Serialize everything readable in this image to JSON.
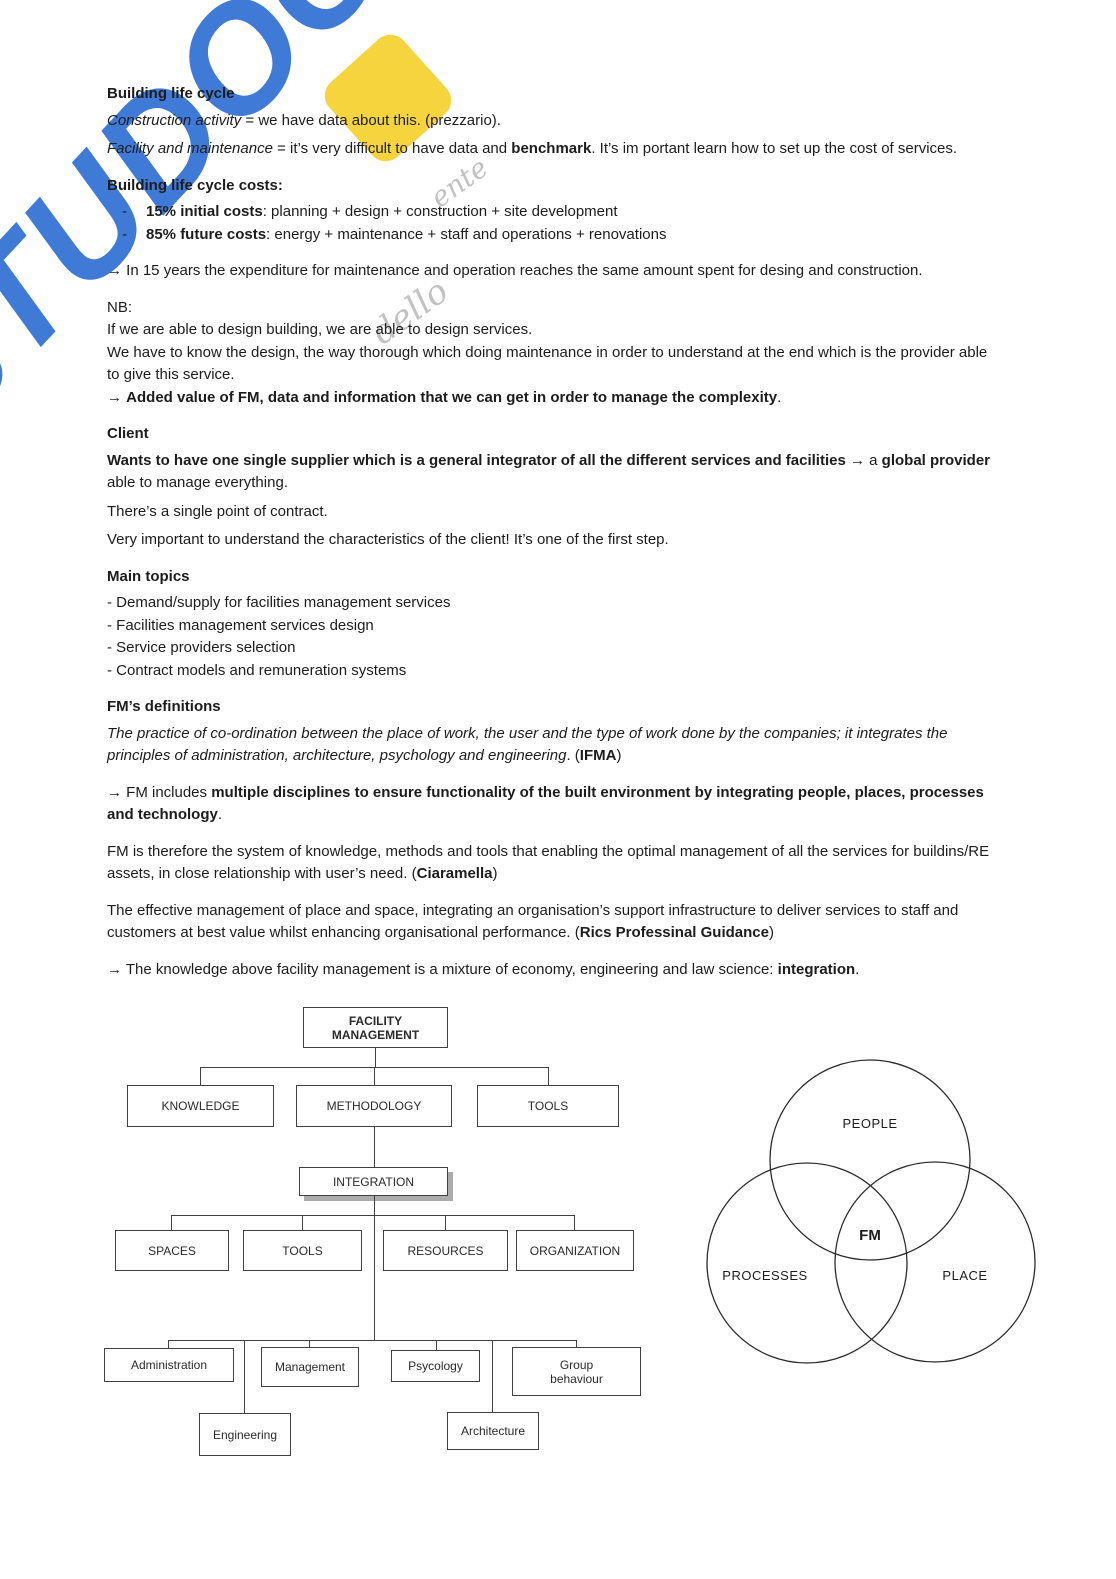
{
  "bullet_marker": "-",
  "watermark": {
    "brand_text": "STUDOCU",
    "fragment_1": "dello",
    "fragment_2": "ente",
    "blue": "#2f6fd4",
    "yellow": "#f6d43e"
  },
  "doc": [
    {
      "type": "heading",
      "runs": [
        {
          "t": "Building life cycle",
          "b": 1
        }
      ]
    },
    {
      "type": "para",
      "runs": [
        {
          "t": "Construction activity",
          "i": 1
        },
        {
          "t": " = we have data about this. (prezzario)."
        }
      ]
    },
    {
      "type": "para",
      "runs": [
        {
          "t": "Facility and maintenance",
          "i": 1
        },
        {
          "t": " = it’s very difficult to have data and "
        },
        {
          "t": "benchmark",
          "b": 1
        },
        {
          "t": ". It’s im portant learn how to set up the cost of services."
        }
      ]
    },
    {
      "type": "heading",
      "runs": [
        {
          "t": "Building life cycle costs",
          "b": 1
        },
        {
          "t": ":"
        }
      ]
    },
    {
      "type": "bullet",
      "runs": [
        {
          "t": "15% initial costs",
          "b": 1
        },
        {
          "t": ": planning + design + construction + site development"
        }
      ]
    },
    {
      "type": "bullet",
      "runs": [
        {
          "t": "85% future costs",
          "b": 1
        },
        {
          "t": ": energy + maintenance + staff and operations + renovations"
        }
      ]
    },
    {
      "type": "para",
      "sp": 1,
      "runs": [
        {
          "t": "→ In 15 years the expenditure for maintenance and operation reaches the same amount spent for desing and construction."
        }
      ]
    },
    {
      "type": "line",
      "sp": 1,
      "runs": [
        {
          "t": "NB:"
        }
      ]
    },
    {
      "type": "line",
      "runs": [
        {
          "t": "If we are able to design building, we are able to design services."
        }
      ]
    },
    {
      "type": "line",
      "runs": [
        {
          "t": "We have to know the design, the way thorough which doing maintenance in order to understand at the end which is the provider able to give this service."
        }
      ]
    },
    {
      "type": "line",
      "runs": [
        {
          "t": "→ "
        },
        {
          "t": "Added value of FM, data and information that we can get in order to manage the complexity",
          "b": 1
        },
        {
          "t": "."
        }
      ]
    },
    {
      "type": "heading",
      "runs": [
        {
          "t": "Client",
          "b": 1
        }
      ]
    },
    {
      "type": "para",
      "runs": [
        {
          "t": "Wants to have one single supplier which is a general integrator of all the different services and facilities",
          "b": 1
        },
        {
          "t": " → a "
        },
        {
          "t": "global provider",
          "b": 1
        },
        {
          "t": " able to manage everything."
        }
      ]
    },
    {
      "type": "para",
      "runs": [
        {
          "t": "There’s a single point of contract."
        }
      ]
    },
    {
      "type": "para",
      "runs": [
        {
          "t": "Very important to understand the characteristics of the client! It’s one of the first step."
        }
      ]
    },
    {
      "type": "heading",
      "runs": [
        {
          "t": "Main topics",
          "b": 1
        }
      ]
    },
    {
      "type": "line",
      "runs": [
        {
          "t": "- Demand/supply for facilities management services"
        }
      ]
    },
    {
      "type": "line",
      "runs": [
        {
          "t": "- Facilities management services design"
        }
      ]
    },
    {
      "type": "line",
      "runs": [
        {
          "t": "- Service providers selection"
        }
      ]
    },
    {
      "type": "line",
      "runs": [
        {
          "t": "- Contract models and remuneration systems"
        }
      ]
    },
    {
      "type": "heading",
      "runs": [
        {
          "t": "FM’s definitions",
          "b": 1
        }
      ]
    },
    {
      "type": "para",
      "runs": [
        {
          "t": "The practice of co-ordination between the place of work, the user and the type of work done by the companies; it integrates the principles of administration, architecture, psychology and engineering",
          "i": 1
        },
        {
          "t": ". ("
        },
        {
          "t": "IFMA",
          "b": 1
        },
        {
          "t": ")"
        }
      ]
    },
    {
      "type": "para",
      "sp": 1,
      "runs": [
        {
          "t": "→ FM includes "
        },
        {
          "t": "multiple disciplines to ensure functionality of the built environment by integrating people, places, processes and technology",
          "b": 1
        },
        {
          "t": "."
        }
      ]
    },
    {
      "type": "para",
      "sp": 1,
      "runs": [
        {
          "t": "FM is therefore the system of knowledge, methods and tools that enabling the optimal management of all the services for buildins/RE assets, in close relationship with user’s need. ("
        },
        {
          "t": "Ciaramella",
          "b": 1
        },
        {
          "t": ")"
        }
      ]
    },
    {
      "type": "para",
      "sp": 1,
      "runs": [
        {
          "t": "The effective management of place and space, integrating an organisation’s support infrastructure to deliver services to staff and customers at best value whilst enhancing organisational performance. ("
        },
        {
          "t": "Rics Professinal Guidance",
          "b": 1
        },
        {
          "t": ")"
        }
      ]
    },
    {
      "type": "para",
      "sp": 1,
      "runs": [
        {
          "t": "→ The knowledge above facility management is a mixture of economy, engineering and law science: "
        },
        {
          "t": "integration",
          "b": 1
        },
        {
          "t": "."
        }
      ]
    }
  ],
  "org_chart": {
    "root": "FACILITY\nMANAGEMENT",
    "knowledge": "KNOWLEDGE",
    "methodology": "METHODOLOGY",
    "tools": "TOOLS",
    "integration": "INTEGRATION",
    "spaces": "SPACES",
    "tools2": "TOOLS",
    "resources": "RESOURCES",
    "organization": "ORGANIZATION",
    "administration": "Administration",
    "management": "Management",
    "psycology": "Psycology",
    "group_behaviour": "Group\nbehaviour",
    "engineering": "Engineering",
    "architecture": "Architecture"
  },
  "venn": {
    "people": "PEOPLE",
    "processes": "PROCESSES",
    "place": "PLACE",
    "center": "FM"
  }
}
